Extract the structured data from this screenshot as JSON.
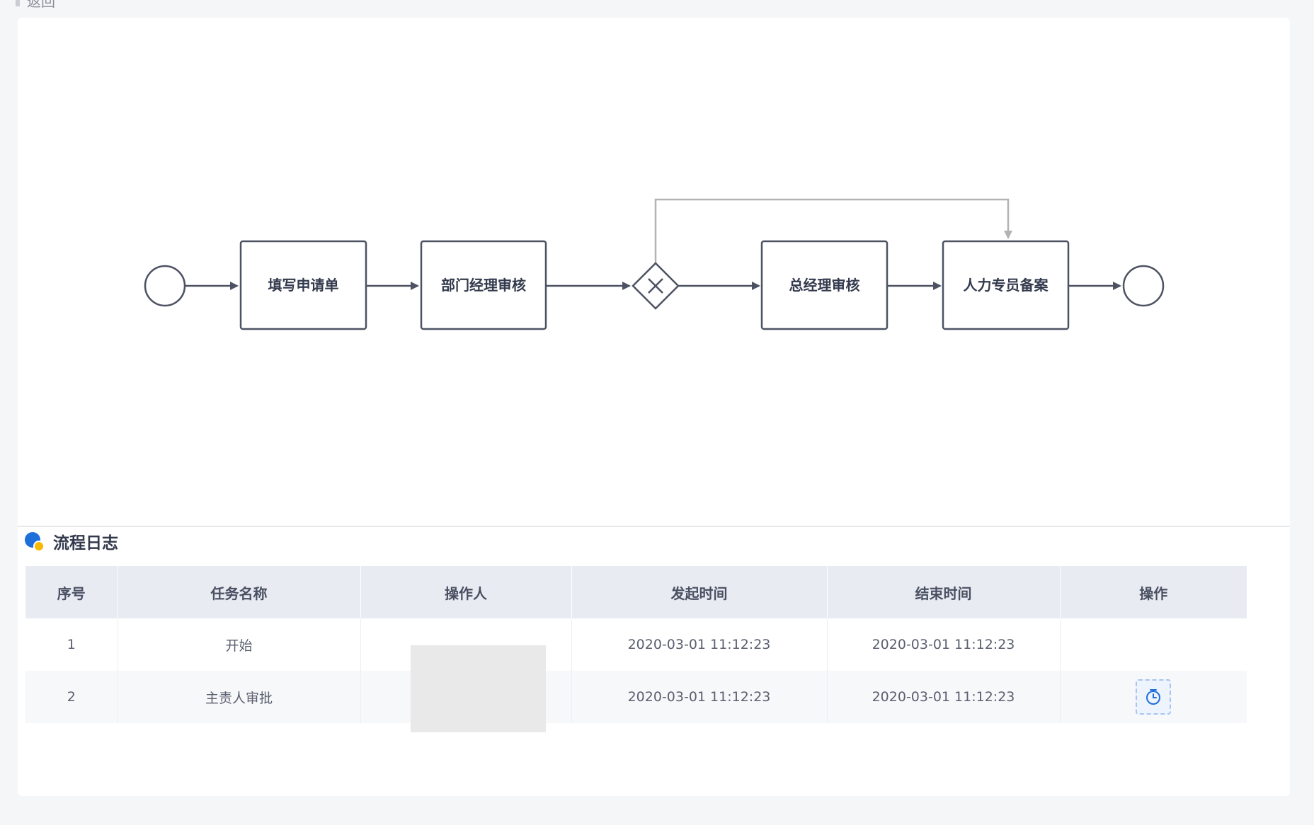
{
  "header": {
    "crumb": "返回"
  },
  "flow": {
    "nodes": [
      {
        "id": "task1",
        "label": "填写申请单"
      },
      {
        "id": "task2",
        "label": "部门经理审核"
      },
      {
        "id": "task3",
        "label": "总经理审核"
      },
      {
        "id": "task4",
        "label": "人力专员备案"
      }
    ],
    "gateway_icon": "exclusive-gateway-x-icon"
  },
  "log": {
    "title": "流程日志",
    "title_icon": "log-badge-icon",
    "columns": [
      "序号",
      "任务名称",
      "操作人",
      "发起时间",
      "结束时间",
      "操作"
    ],
    "rows": [
      {
        "no": "1",
        "task": "开始",
        "operator": "",
        "start": "2020-03-01 11:12:23",
        "end": "2020-03-01 11:12:23",
        "action": ""
      },
      {
        "no": "2",
        "task": "主责人审批",
        "operator": "",
        "start": "2020-03-01 11:12:23",
        "end": "2020-03-01 11:12:23",
        "action": "timer-icon"
      }
    ]
  },
  "colors": {
    "stroke": "#4d5263",
    "loop_line": "#b3b3b3",
    "accent": "#1e6fd9",
    "header_bg": "#e8ebf2"
  }
}
